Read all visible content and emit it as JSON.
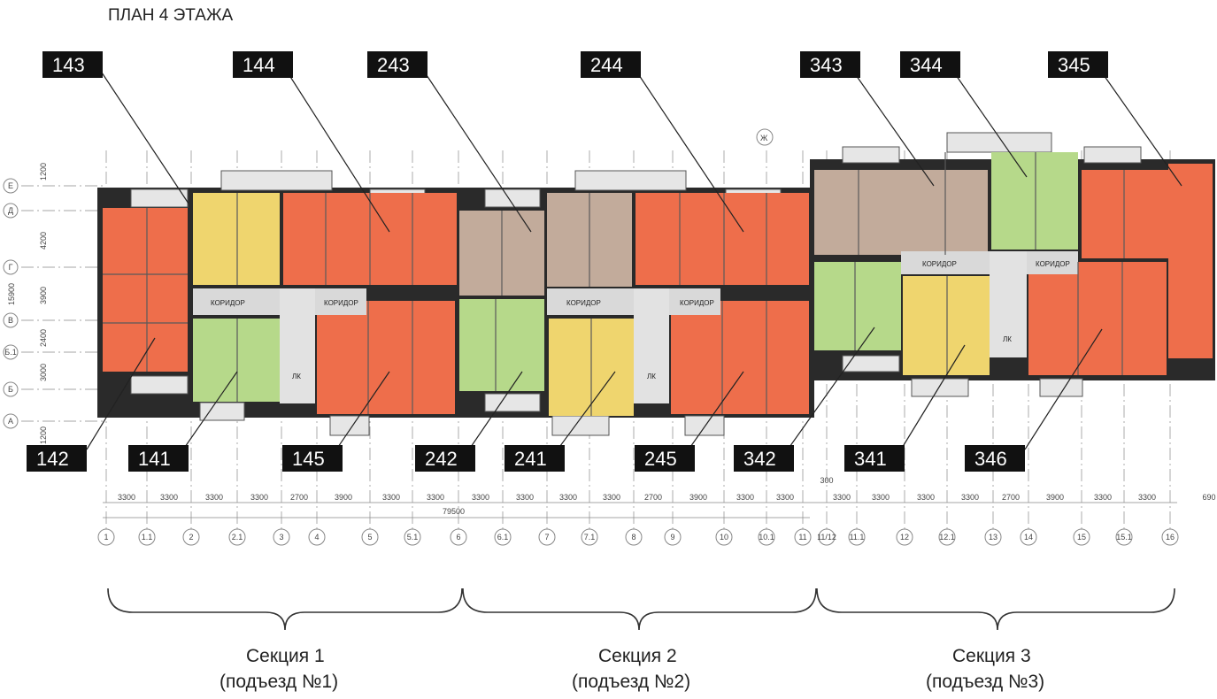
{
  "title": "ПЛАН 4 ЭТАЖА",
  "colors": {
    "orange": "#EE6E4B",
    "yellow": "#EFD56E",
    "green": "#B6D98A",
    "taupe": "#C2AB9B",
    "wall": "#2a2a2a",
    "corridor": "#d9d9d9",
    "balcony": "#e6e6e6"
  },
  "apartment_labels_top": [
    "143",
    "144",
    "243",
    "244",
    "343",
    "344",
    "345"
  ],
  "apartment_labels_bottom": [
    "142",
    "141",
    "145",
    "242",
    "241",
    "245",
    "342",
    "341",
    "346"
  ],
  "corridor_label": "КОРИДОР",
  "lk_label": "ЛК",
  "row_axes": [
    "Е",
    "Д",
    "Г",
    "В",
    "Б.1",
    "Б",
    "А"
  ],
  "row_dims": [
    "1200",
    "4200",
    "3900",
    "2400",
    "3000",
    "1200"
  ],
  "total_depth": "15900",
  "zh_axis": "Ж",
  "col_dims": [
    "3300",
    "3300",
    "3300",
    "3300",
    "2700",
    "3900",
    "3300",
    "3300",
    "3300",
    "3300",
    "3300",
    "3300",
    "2700",
    "3900",
    "3300",
    "3300",
    "300",
    "3300",
    "3300",
    "3300",
    "3300",
    "2700",
    "3900",
    "3300",
    "3300",
    "690"
  ],
  "total_length": "79500",
  "col_axes": [
    "1",
    "1.1",
    "2",
    "2.1",
    "3",
    "4",
    "5",
    "5.1",
    "6",
    "6.1",
    "7",
    "7.1",
    "8",
    "9",
    "10",
    "10.1",
    "11",
    "11/12",
    "11.1",
    "12",
    "12.1",
    "13",
    "14",
    "15",
    "15.1",
    "16"
  ],
  "sections": [
    {
      "name": "Секция 1",
      "entrance": "(подъезд №1)"
    },
    {
      "name": "Секция 2",
      "entrance": "(подъезд №2)"
    },
    {
      "name": "Секция 3",
      "entrance": "(подъезд №3)"
    }
  ]
}
